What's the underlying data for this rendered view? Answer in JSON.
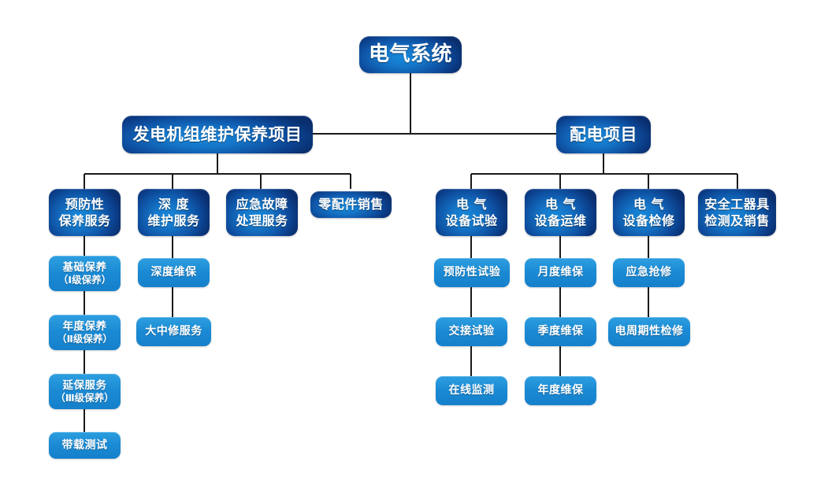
{
  "diagram": {
    "title": "电气系统",
    "type": "organization-tree",
    "colors": {
      "node_deep_dark": "#0a2f6e",
      "node_deep_bright": "#1787d9",
      "node_flat": "#1b8ad4",
      "connector": "#1a1a1a",
      "text": "#ffffff",
      "background": "#ffffff"
    },
    "root": {
      "id": "root",
      "label": "电气系统",
      "level": 1
    },
    "level2": [
      {
        "id": "gen",
        "label": "发电机组维护保养项目",
        "level": 2
      },
      {
        "id": "dist",
        "label": "配电项目",
        "level": 2
      }
    ],
    "level3": [
      {
        "id": "l3-1",
        "label": "预防性\n保养服务",
        "level": 3,
        "parent": "gen"
      },
      {
        "id": "l3-2",
        "label": "深  度\n维护服务",
        "level": 3,
        "parent": "gen"
      },
      {
        "id": "l3-3",
        "label": "应急故障\n处理服务",
        "level": 3,
        "parent": "gen"
      },
      {
        "id": "l3-4",
        "label": "零配件销售",
        "level": 3,
        "parent": "gen"
      },
      {
        "id": "l3-5",
        "label": "电  气\n设备试验",
        "level": 3,
        "parent": "dist"
      },
      {
        "id": "l3-6",
        "label": "电  气\n设备运维",
        "level": 3,
        "parent": "dist"
      },
      {
        "id": "l3-7",
        "label": "电  气\n设备检修",
        "level": 3,
        "parent": "dist"
      },
      {
        "id": "l3-8",
        "label": "安全工器具\n检测及销售",
        "level": 3,
        "parent": "dist"
      }
    ],
    "level4": {
      "chain_l3_1": [
        {
          "id": "l4-a1",
          "main": "基础保养",
          "sub": "（Ⅰ级保养）"
        },
        {
          "id": "l4-a2",
          "main": "年度保养",
          "sub": "（Ⅱ级保养）"
        },
        {
          "id": "l4-a3",
          "main": "延保服务",
          "sub": "（Ⅲ级保养）"
        },
        {
          "id": "l4-a4",
          "main": "带载测试",
          "sub": ""
        }
      ],
      "chain_l3_2": [
        {
          "id": "l4-b1",
          "main": "深度维保",
          "sub": ""
        },
        {
          "id": "l4-b2",
          "main": "大中修服务",
          "sub": ""
        }
      ],
      "chain_l3_5": [
        {
          "id": "l4-c1",
          "main": "预防性试验",
          "sub": ""
        },
        {
          "id": "l4-c2",
          "main": "交接试验",
          "sub": ""
        },
        {
          "id": "l4-c3",
          "main": "在线监测",
          "sub": ""
        }
      ],
      "chain_l3_6": [
        {
          "id": "l4-d1",
          "main": "月度维保",
          "sub": ""
        },
        {
          "id": "l4-d2",
          "main": "季度维保",
          "sub": ""
        },
        {
          "id": "l4-d3",
          "main": "年度维保",
          "sub": ""
        }
      ],
      "chain_l3_7": [
        {
          "id": "l4-e1",
          "main": "应急抢修",
          "sub": ""
        },
        {
          "id": "l4-e2",
          "main": "电周期性检修",
          "sub": ""
        }
      ]
    }
  }
}
